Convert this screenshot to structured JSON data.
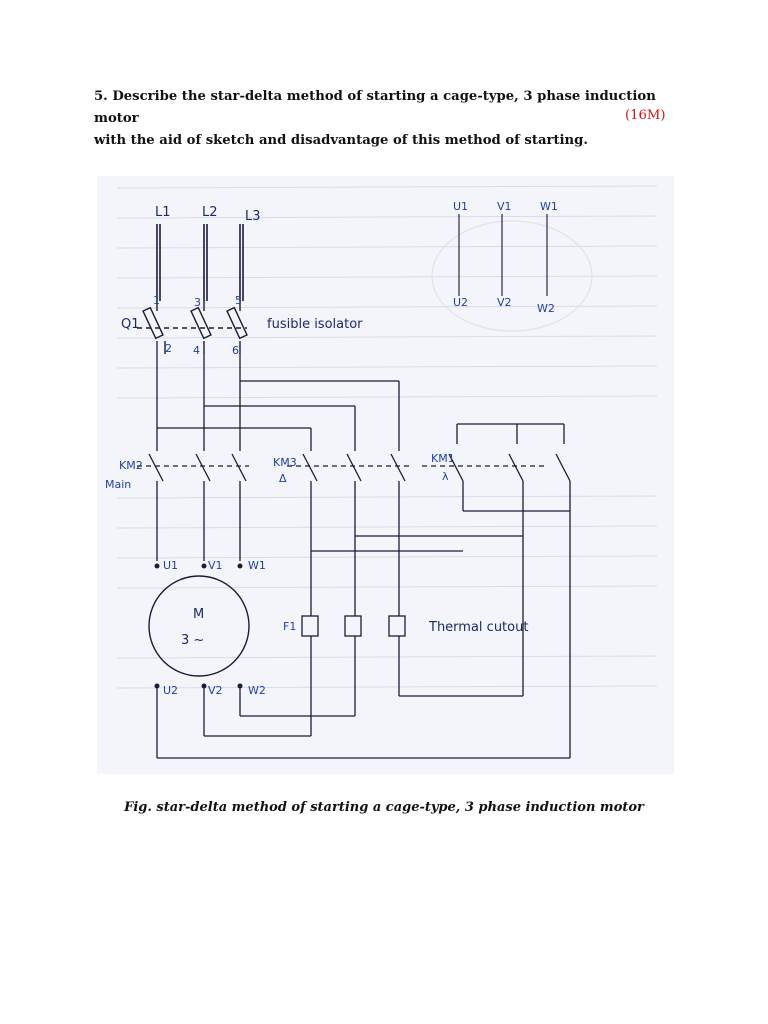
{
  "question": {
    "line1": "5. Describe the star-delta method of starting a cage-type, 3 phase induction motor",
    "line2": "with the aid of sketch and disadvantage of this method of starting.",
    "marks": "(16M)"
  },
  "diagram": {
    "lines": [
      "L1",
      "L2",
      "L3"
    ],
    "winding_top": [
      "U1",
      "V1",
      "W1"
    ],
    "winding_bottom": [
      "U2",
      "V2",
      "W2"
    ],
    "isolator_label": "fusible isolator",
    "isolator_tag": "Q1",
    "pole_top": [
      "1",
      "3",
      "5"
    ],
    "pole_bottom": [
      "2",
      "4",
      "6"
    ],
    "km2_tag": "KM2",
    "km2_sub": "Main",
    "km3_tag": "KM3",
    "km3_sub": "Δ",
    "km1_tag": "KM1",
    "km1_sub": "λ",
    "motor_letter": "M",
    "motor_phase": "3 ~",
    "terminals_top": [
      "U1",
      "V1",
      "W1"
    ],
    "terminals_bottom": [
      "U2",
      "V2",
      "W2"
    ],
    "relay_tag": "F1",
    "relay_label": "Thermal cutout"
  },
  "caption": "Fig. star-delta method of starting a cage-type, 3 phase induction motor"
}
